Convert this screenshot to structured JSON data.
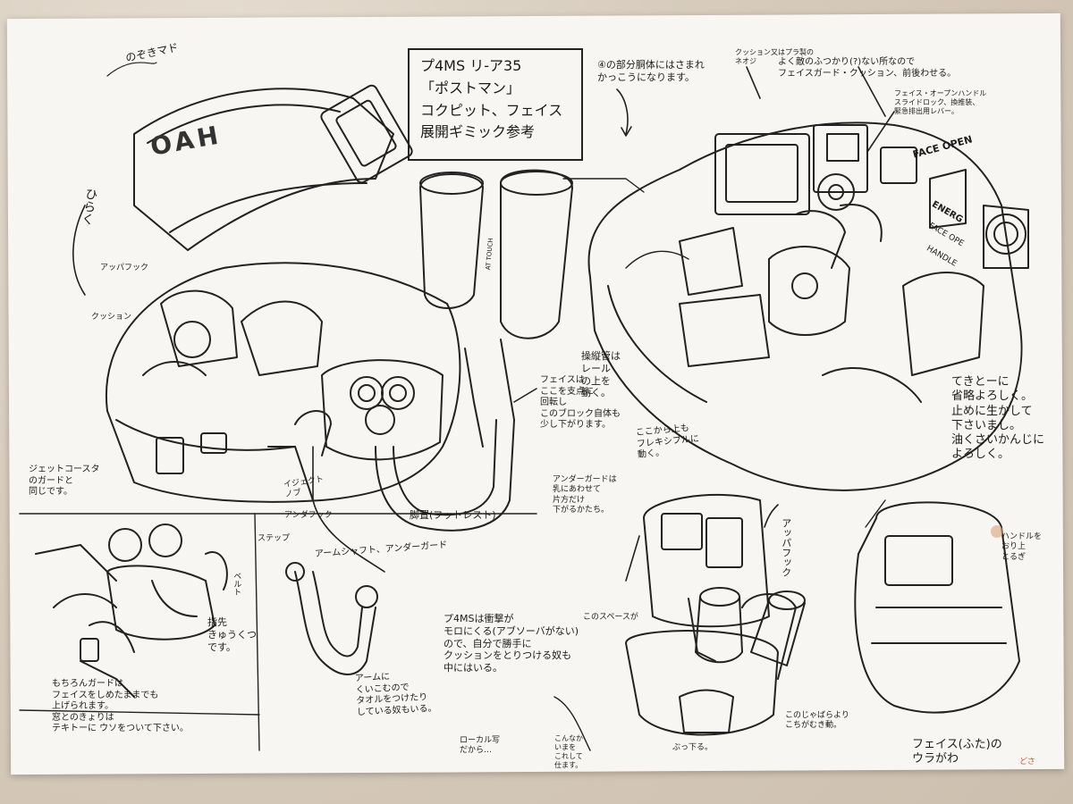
{
  "title_box": {
    "line1": "プ4MS リ-ア35",
    "line2": "「ポストマン」",
    "line3": "コクピット、フェイス",
    "line4": "展開ギミック参考"
  },
  "annotations": {
    "nozoki_mado": "のぞきマド",
    "hiraku": "ひらく",
    "upper_hook": "アッパフック",
    "cushion_left": "クッション",
    "coaster_guard": "ジェットコースタ\nのガードと\n同じです。",
    "eject_knob": "イジェクト\nノブ",
    "under_hook": "アンダフック",
    "step": "ステップ",
    "ankle_rest": "脚置(フットレスト)",
    "arm_shaft": "アームシャフト、アンダーガード",
    "belt": "ベルト",
    "finger_note": "指先\nきゅうくつ\nです。",
    "face_move_note": "フェイスは\nここを支点に\n回転し\nこのブロック自体も\n少し下がります。",
    "control_rail": "操縦管は\nレール\nの上を\n動く。",
    "flexible_note": "ここから上も\nフレキシブルに\n動く。",
    "simplify_note": "てきとーに\n省略よろしく。\n止めに生かして\n下さいまし。\n油くさいかんじに\nよろしく。",
    "under_guard_note": "アンダーガードは\n乳にあわせて\n片方だけ\n下がるかたち。",
    "part_a_note": "④の部分胴体にはさまれ\nかっこうになります。",
    "cushion_top_note": "クッション又はプラ製の\nネオジ",
    "face_board_note": "よく敵のふつかり(?)ない所なので\nフェイスガード・クッション、前後わせる。",
    "face_open_handle": "フェイス・オープンハンドル\nスライドロック、換推装、\n緊急排出用レバー。",
    "upper_hook_right": "アッパフック",
    "shock_note": "プ4MSは衝撃が\nモロにくる(アブソーバがない)\nので、自分で勝手に\nクッションをとりつける奴も\n中にはいる。",
    "space_note": "このスペースが",
    "towel_note": "アームに\nくいこむので\nタオルをつけたり\nしている奴もいる。",
    "guard_face_note": "もちろんガードは\nフェイスをしめたままでも\n上げられます。\n窓とのきょりは\nテキトーに ウソをついて下さい。",
    "local_note": "ローカル写\nだから…",
    "inside_note": "こんなか\nいまを\nこれして\n仕ます。",
    "lift_note": "ぶっ下る。",
    "ura_note": "このじゃばらより\nこちがむき動。",
    "handle_note": "ハンドルを\nおり上\nとるぎ",
    "face_back_label": "フェイス(ふた)の\nウラがわ",
    "signature": "どさ",
    "sticker_face_open": "FACE OPEN",
    "sticker_energ": "ENERG",
    "sticker_face_ope": "FACE OPE",
    "sticker_handle": "HANDLE",
    "sticker_at_touch": "AT TOUCH",
    "hatch_code": "OAH"
  },
  "colors": {
    "paper": "#f7f6f2",
    "ink": "#1c1c1c",
    "cloth": "#d3c7b8",
    "stain": "#d9a47a"
  }
}
